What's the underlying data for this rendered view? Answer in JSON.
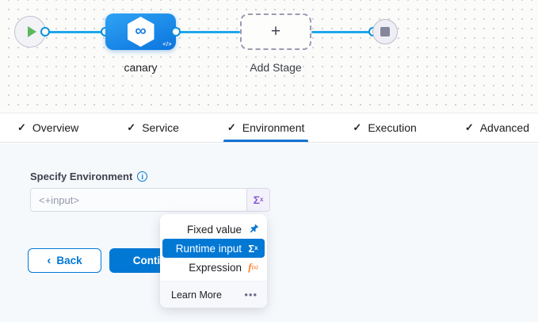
{
  "canvas": {
    "stage": {
      "label": "canary",
      "infinity_icon": "∞",
      "code_icon": "</>"
    },
    "add_stage": {
      "label": "Add Stage",
      "plus_icon": "+"
    }
  },
  "tabs": {
    "check_icon": "✓",
    "items": [
      {
        "label": "Overview",
        "checked": true,
        "active": false
      },
      {
        "label": "Service",
        "checked": true,
        "active": false
      },
      {
        "label": "Environment",
        "checked": true,
        "active": true
      },
      {
        "label": "Execution",
        "checked": true,
        "active": false
      },
      {
        "label": "Advanced",
        "checked": true,
        "active": false
      }
    ]
  },
  "form": {
    "label": "Specify Environment",
    "info_icon": "i",
    "input": {
      "placeholder": "<+input>",
      "value": ""
    },
    "runtime_button_icon": "Σ",
    "runtime_button_sup": "x"
  },
  "actions": {
    "back": {
      "chevron": "‹",
      "label": "Back"
    },
    "continue": {
      "label": "Continue"
    }
  },
  "dropdown": {
    "items": [
      {
        "label": "Fixed value",
        "icon": "pin-icon",
        "selected": false
      },
      {
        "label": "Runtime input",
        "icon": "sigma-icon",
        "selected": true
      },
      {
        "label": "Expression",
        "icon": "fx-icon",
        "selected": false
      }
    ],
    "sigma_icon": "Σ",
    "sigma_sup": "x",
    "fx_icon": "f",
    "fx_sub": "(x)",
    "footer": {
      "label": "Learn More",
      "more_icon": "•••"
    }
  },
  "colors": {
    "primary_blue": "#0278d5",
    "tab_underline": "#1373d4",
    "edge_blue": "#1ea7ea",
    "node_gradient_start": "#2fa3f4",
    "node_gradient_end": "#0b74dd",
    "sigma_purple": "#8a5bd9",
    "expression_orange": "#ff7d29",
    "play_green": "#5cb85f"
  }
}
